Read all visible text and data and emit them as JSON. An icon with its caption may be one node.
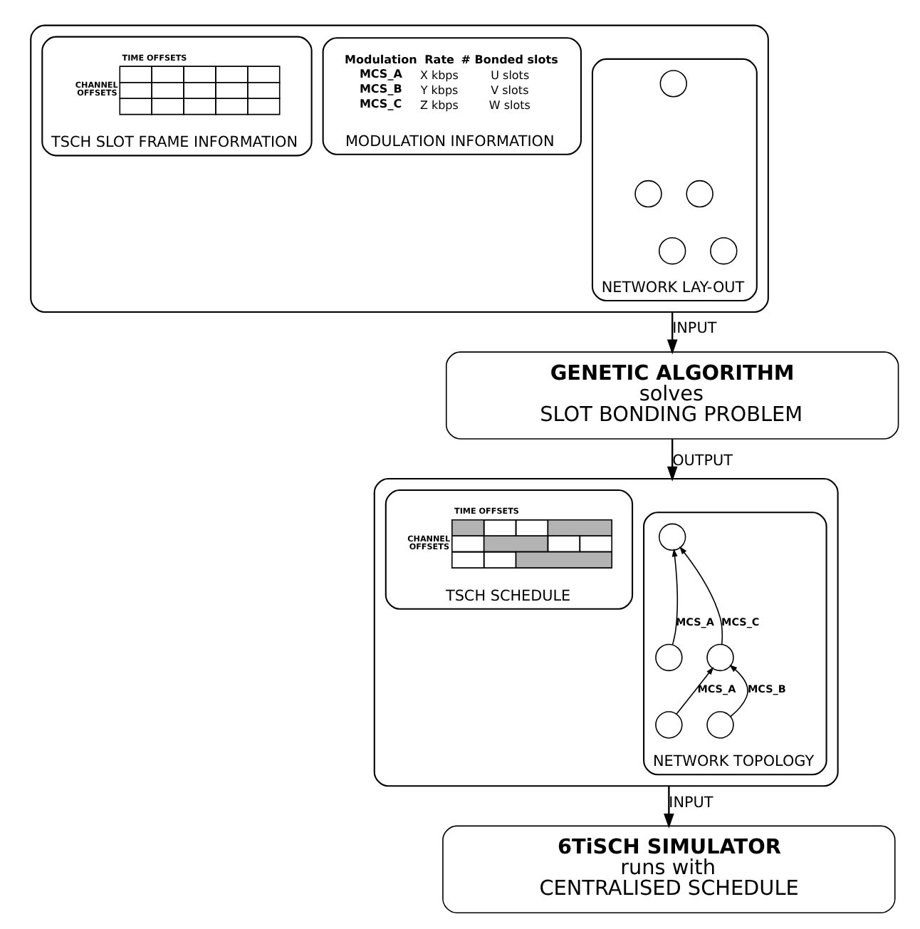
{
  "diagram": {
    "nodes": [
      {
        "text": [],
        "shape": "box"
      },
      {
        "text": [
          "NETWORK LAY-OUT"
        ],
        "in": 0
      },
      {
        "text": [],
        "shape": "circle",
        "in": 1
      },
      {
        "text": [],
        "shape": "circle",
        "in": 1
      },
      {
        "text": [],
        "shape": "circle",
        "in": 1
      },
      {
        "text": [],
        "shape": "circle",
        "in": 1
      },
      {
        "text": [],
        "shape": "circle",
        "in": 1
      },
      {
        "text": [
          "MODULATION INFORMATION"
        ],
        "in": 0
      },
      {
        "text": [
          "TSCH SLOT FRAME INFORMATION"
        ],
        "in": 0
      },
      {
        "text": [
          "GENETIC ALGORITHM",
          "solves",
          "SLOT BONDING PROBLEM"
        ]
      },
      {
        "text": [],
        "shape": "box"
      },
      {
        "text": [
          "NETWORK TOPOLOGY"
        ],
        "in": 10
      },
      {
        "text": [],
        "shape": "circle",
        "in": 11
      },
      {
        "text": [],
        "shape": "circle",
        "in": 11
      },
      {
        "text": [],
        "shape": "circle",
        "in": 11
      },
      {
        "text": [],
        "shape": "circle",
        "in": 11
      },
      {
        "text": [],
        "shape": "circle",
        "in": 11
      },
      {
        "text": [
          "TSCH SCHEDULE"
        ],
        "in": 10
      },
      {
        "text": [
          "6TiSCH SIMULATOR",
          "runs with",
          "CENTRALISED SCHEDULE"
        ]
      }
    ],
    "edges": [
      {
        "from": 0,
        "to": 9,
        "arrow": "to",
        "label": "INPUT"
      },
      {
        "from": 9,
        "to": 10,
        "arrow": "to",
        "label": "OUTPUT"
      },
      {
        "from": 13,
        "to": 12,
        "arrow": "to",
        "label": "MCS_A"
      },
      {
        "from": 14,
        "to": 12,
        "arrow": "to",
        "label": "MCS_C"
      },
      {
        "from": 15,
        "to": 14,
        "arrow": "to",
        "label": "MCS_A"
      },
      {
        "from": 16,
        "to": 14,
        "arrow": "to",
        "label": "MCS_B"
      },
      {
        "from": 10,
        "to": 18,
        "arrow": "to",
        "label": "INPUT"
      }
    ],
    "labels": [
      "Modulation",
      "Rate",
      "# Bonded slots",
      "MCS_A",
      "X kbps",
      "U slots",
      "MCS_B",
      "Y kbps",
      "V slots",
      "MCS_C",
      "Z kbps",
      "W slots",
      "TIME OFFSETS",
      "CHANNEL",
      "OFFSETS",
      "TIME OFFSETS",
      "CHANNEL",
      "OFFSETS"
    ]
  }
}
